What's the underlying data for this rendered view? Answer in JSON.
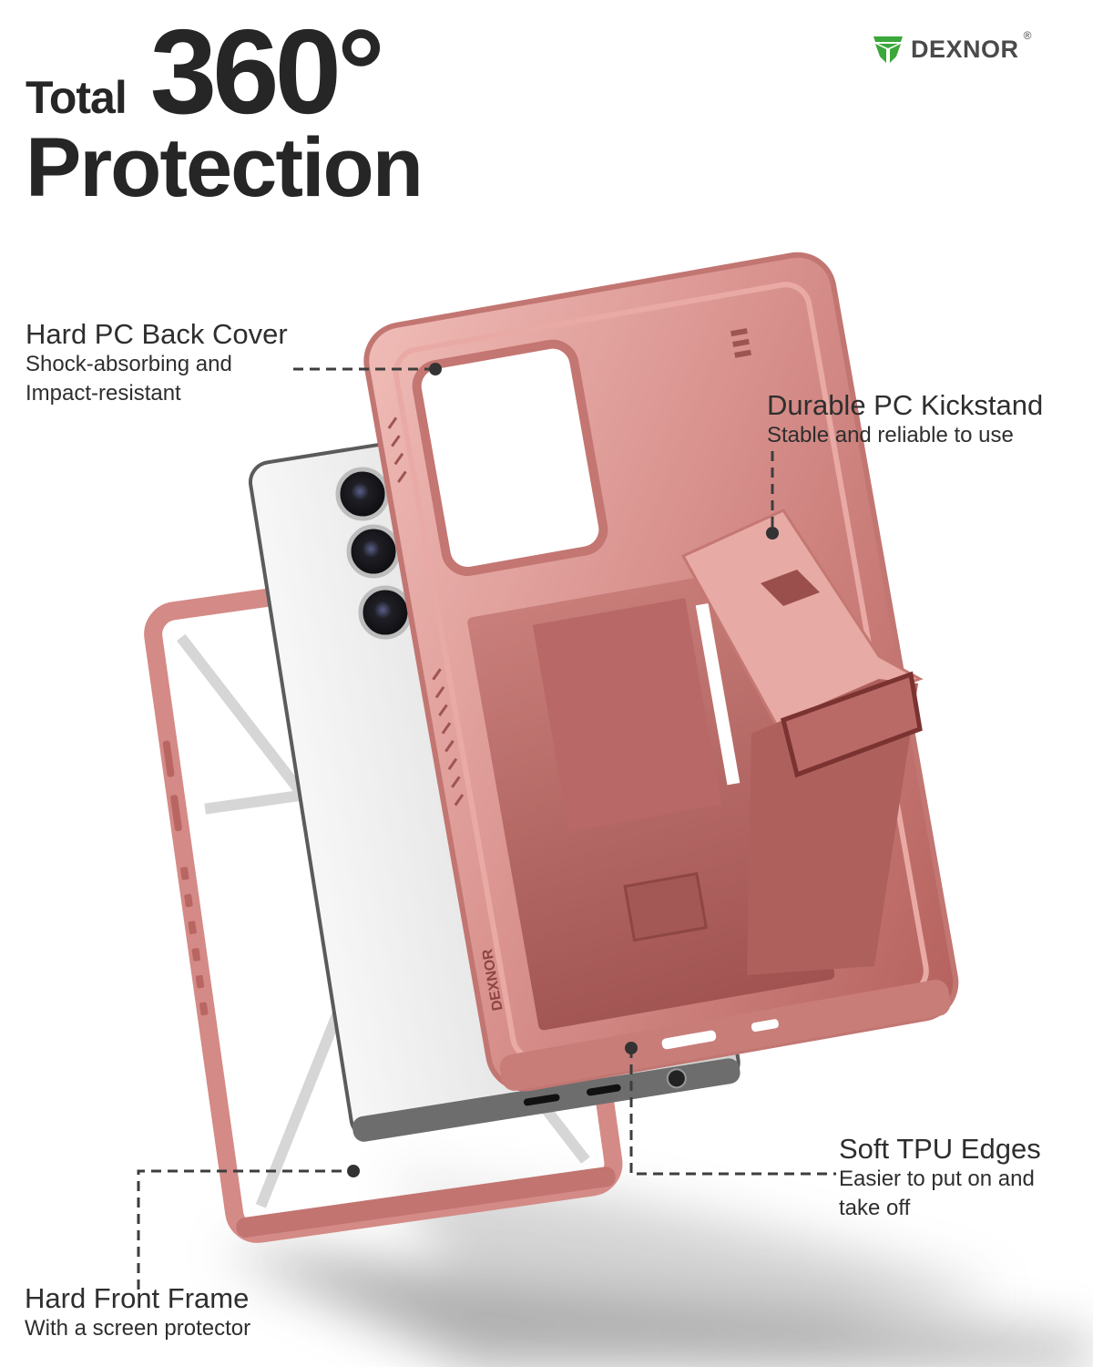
{
  "headline": {
    "prefix": "Total",
    "number": "360°",
    "word": "Protection"
  },
  "brand": {
    "name": "DEXNOR",
    "registered": "®",
    "logo_icon": "dexnor-shield-logo-icon",
    "logo_color": "#3aa83a"
  },
  "callouts": [
    {
      "id": "back-cover",
      "title": "Hard PC Back Cover",
      "subtitle_lines": [
        "Shock-absorbing and",
        "Impact-resistant"
      ]
    },
    {
      "id": "kickstand",
      "title": "Durable PC Kickstand",
      "subtitle_lines": [
        "Stable and reliable to use"
      ]
    },
    {
      "id": "tpu-edges",
      "title": "Soft TPU Edges",
      "subtitle_lines": [
        "Easier to put on and",
        "take off"
      ]
    },
    {
      "id": "front-frame",
      "title": "Hard Front Frame",
      "subtitle_lines": [
        "With a screen protector"
      ]
    }
  ],
  "product": {
    "case_color": "#d98f8c",
    "case_dark": "#a65a58",
    "case_light": "#f2c3bf",
    "phone_color": "#e4e4e4",
    "case_side_text": "DEXNOR"
  },
  "colors": {
    "text": "#2a2a2a",
    "leader_line": "#3d3d3d",
    "background": "#ffffff"
  }
}
